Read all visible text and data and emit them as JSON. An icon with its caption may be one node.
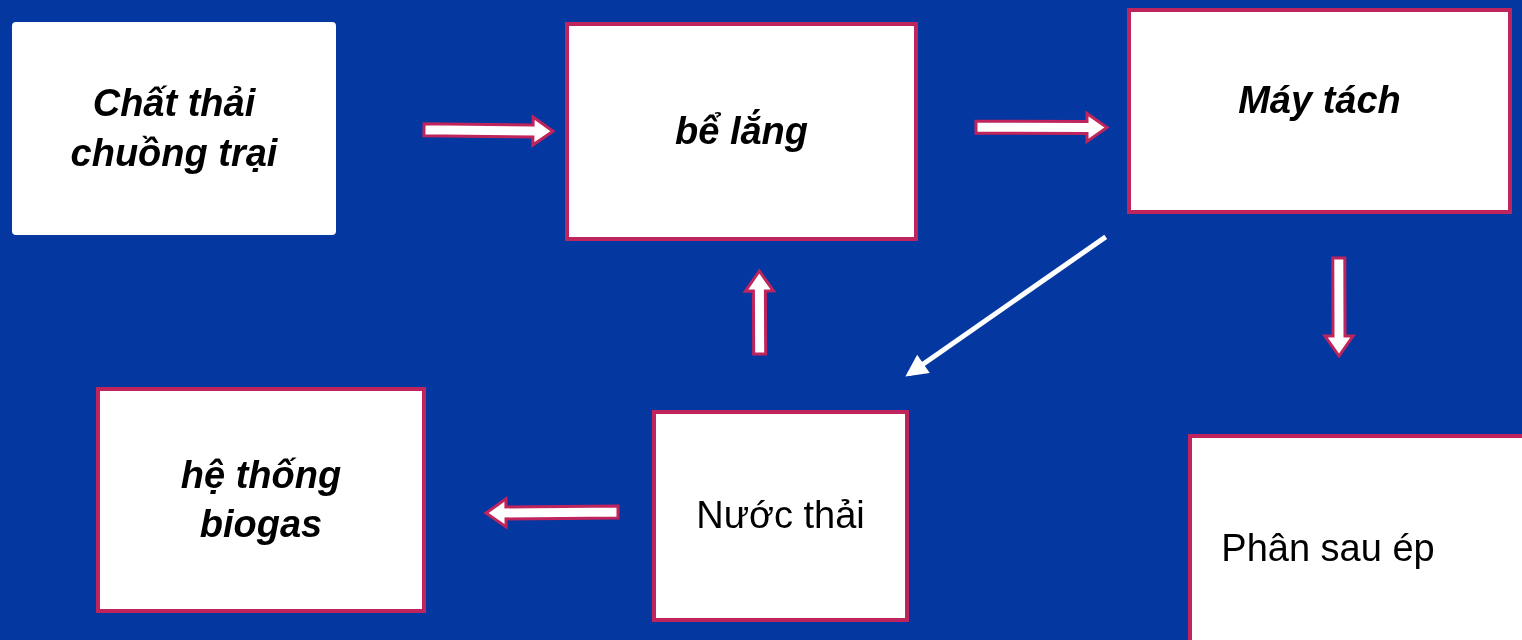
{
  "diagram": {
    "nodes": [
      {
        "text": [
          "Chất thải chuồng trại"
        ]
      },
      {
        "text": [
          "bể lắng"
        ]
      },
      {
        "text": [
          "Máy tách"
        ]
      },
      {
        "text": [
          "hệ thống biogas"
        ]
      },
      {
        "text": [
          "Nước thải"
        ]
      },
      {
        "text": [
          "Phân sau ép"
        ]
      }
    ],
    "edges": [
      {
        "from": 0,
        "to": 1,
        "arrow": "to"
      },
      {
        "from": 1,
        "to": 2,
        "arrow": "to"
      },
      {
        "from": 2,
        "to": 5,
        "arrow": "to"
      },
      {
        "from": 2,
        "to": 4,
        "arrow": "to",
        "color": "#ffffff"
      },
      {
        "from": 4,
        "to": 1,
        "arrow": "to"
      },
      {
        "from": 4,
        "to": 3,
        "arrow": "to"
      }
    ]
  }
}
